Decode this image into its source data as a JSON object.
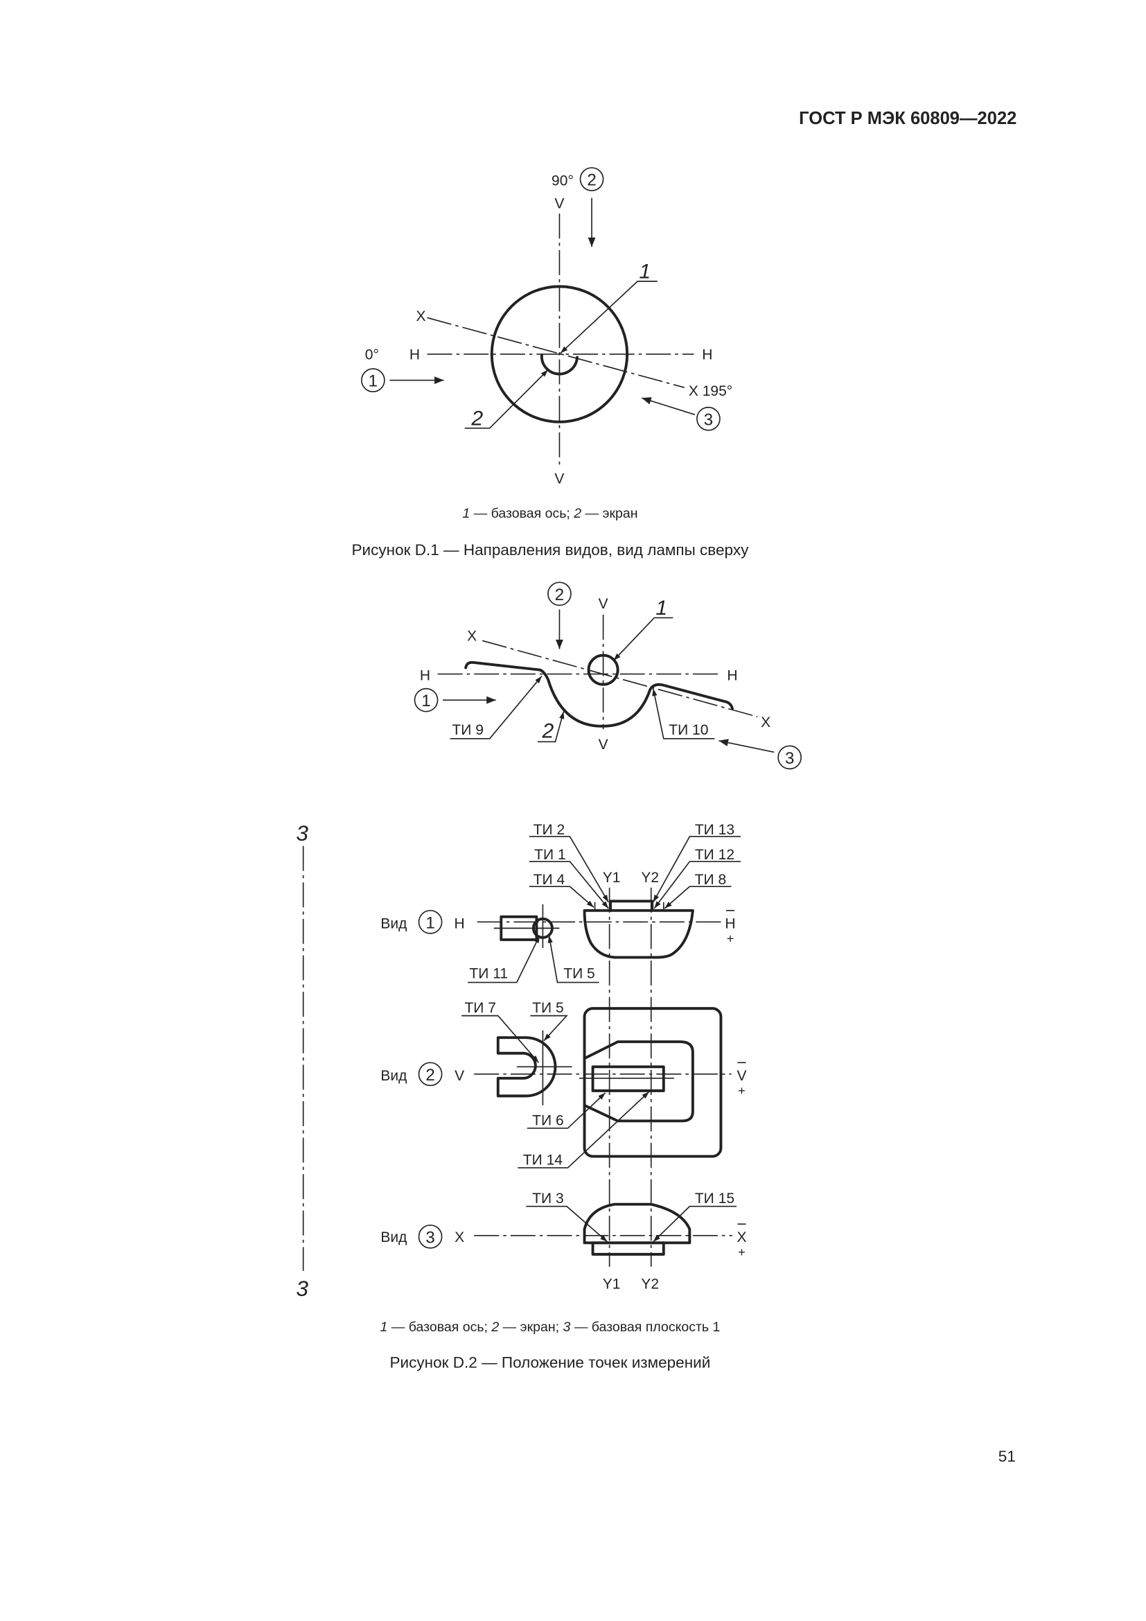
{
  "header": {
    "standard": "ГОСТ Р МЭК 60809—2022"
  },
  "figure_d1": {
    "labels": {
      "v": "V",
      "h": "H",
      "x": "X",
      "x195": "X 195°",
      "deg90": "90°",
      "deg0": "0°",
      "c1": "1",
      "c2": "2",
      "c3": "3",
      "ref1": "1",
      "ref2": "2"
    },
    "legend": {
      "n1": "1",
      "t1": " — базовая ось; ",
      "n2": "2",
      "t2": " — экран"
    },
    "caption": "Рисунок D.1 — Направления видов, вид лампы сверху"
  },
  "figure_d2a": {
    "labels": {
      "v": "V",
      "h": "H",
      "x": "X",
      "c1": "1",
      "c2": "2",
      "c3": "3",
      "ref1": "1",
      "ref2": "2",
      "ti9": "ТИ 9",
      "ti10": "ТИ 10"
    }
  },
  "figure_d2b": {
    "plane": "3",
    "views": [
      {
        "label": "Вид",
        "num": "1",
        "axis": "H"
      },
      {
        "label": "Вид",
        "num": "2",
        "axis": "V"
      },
      {
        "label": "Вид",
        "num": "3",
        "axis": "X"
      }
    ],
    "axes": {
      "y1": "Y1",
      "y2": "Y2",
      "plus": "+"
    },
    "points": {
      "ti1": "ТИ 1",
      "ti2": "ТИ 2",
      "ti3": "ТИ 3",
      "ti4": "ТИ 4",
      "ti5": "ТИ 5",
      "ti6": "ТИ 6",
      "ti7": "ТИ 7",
      "ti8": "ТИ 8",
      "ti11": "ТИ 11",
      "ti12": "ТИ 12",
      "ti13": "ТИ 13",
      "ti14": "ТИ 14",
      "ti15": "ТИ 15"
    },
    "legend": {
      "n1": "1",
      "t1": " — базовая ось; ",
      "n2": "2",
      "t2": " — экран; ",
      "n3": "3",
      "t3": " — базовая плоскость 1"
    },
    "caption": "Рисунок D.2 — Положение точек измерений"
  },
  "footer": {
    "page_number": "51"
  }
}
